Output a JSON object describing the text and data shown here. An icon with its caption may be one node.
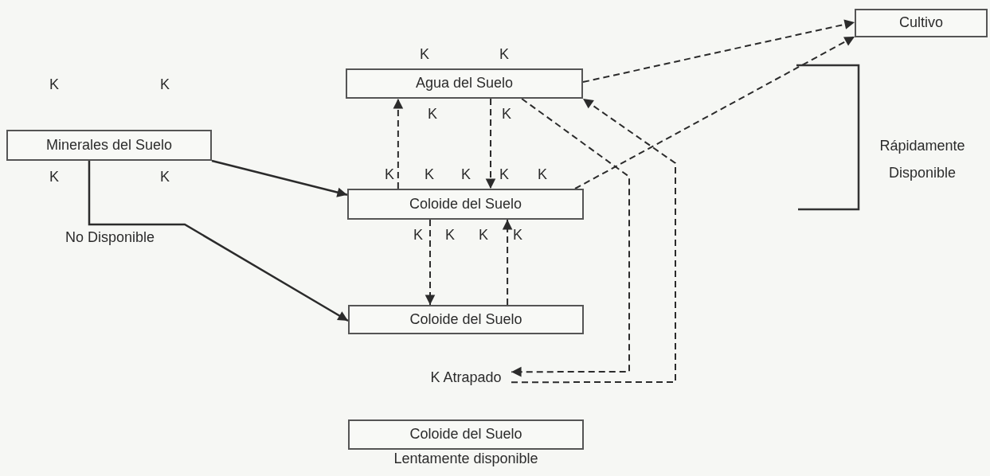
{
  "diagram": {
    "nodes": [
      {
        "text": [
          "Cultivo"
        ]
      },
      {
        "text": [
          "Agua del Suelo"
        ]
      },
      {
        "text": [
          "Minerales del Suelo"
        ]
      },
      {
        "text": [
          "Coloide del Suelo"
        ]
      },
      {
        "text": [
          "Coloide del Suelo"
        ]
      },
      {
        "text": [
          "K Atrapado"
        ]
      },
      {
        "text": [
          "Coloide del Suelo"
        ],
        "beside": [
          "Lentamente disponible"
        ]
      }
    ],
    "edges": [
      {
        "from": 1,
        "to": 0,
        "arrow": "to",
        "style": "dashed"
      },
      {
        "from": 3,
        "to": 0,
        "arrow": "to",
        "style": "dashed"
      },
      {
        "from": 3,
        "to": 1,
        "arrow": "to",
        "style": "dashed"
      },
      {
        "from": 1,
        "to": 3,
        "arrow": "to",
        "style": "dashed"
      },
      {
        "from": 2,
        "to": 3,
        "arrow": "to"
      },
      {
        "from": 2,
        "to": 4,
        "arrow": "to"
      },
      {
        "from": 3,
        "to": 4,
        "arrow": "to",
        "style": "dashed"
      },
      {
        "from": 4,
        "to": 3,
        "arrow": "to",
        "style": "dashed"
      },
      {
        "from": 1,
        "to": 5,
        "arrow": "to",
        "style": "dashed"
      },
      {
        "from": 5,
        "to": 1,
        "arrow": "to",
        "style": "dashed"
      }
    ],
    "labels": [
      "K",
      "K",
      "K",
      "K",
      "K",
      "K",
      "K",
      "K",
      "Rápidamente Disponible",
      "K",
      "K",
      "K",
      "K",
      "K",
      "K",
      "K",
      "K",
      "K",
      "No Disponible"
    ]
  }
}
